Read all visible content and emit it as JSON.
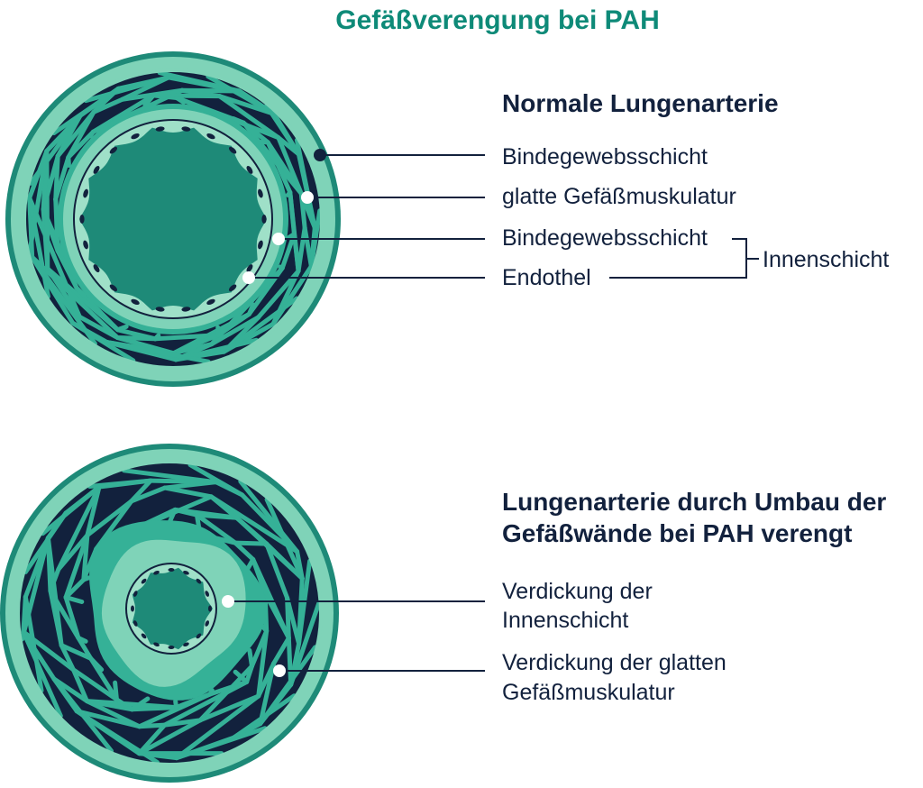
{
  "title": "Gefäßverengung bei PAH",
  "colors": {
    "title": "#0e8a78",
    "navy": "#12213d",
    "teal_dark": "#1e8a78",
    "teal_mid": "#35b197",
    "teal_light": "#7fd3b8",
    "teal_pale": "#9fe0c8"
  },
  "normal": {
    "heading": "Normale Lungenarterie",
    "labels": {
      "outer": "Bindegewebsschicht",
      "muscle": "glatte Gefäßmuskulatur",
      "inner_connective": "Bindegewebsschicht",
      "endothel": "Endothel"
    },
    "bracket_label": "Innenschicht"
  },
  "pah": {
    "heading_line1": "Lungenarterie durch Umbau der",
    "heading_line2": "Gefäßwände bei PAH verengt",
    "label1_line1": "Verdickung der",
    "label1_line2": "Innenschicht",
    "label2_line1": "Verdickung der glatten",
    "label2_line2": "Gefäßmuskulatur"
  }
}
